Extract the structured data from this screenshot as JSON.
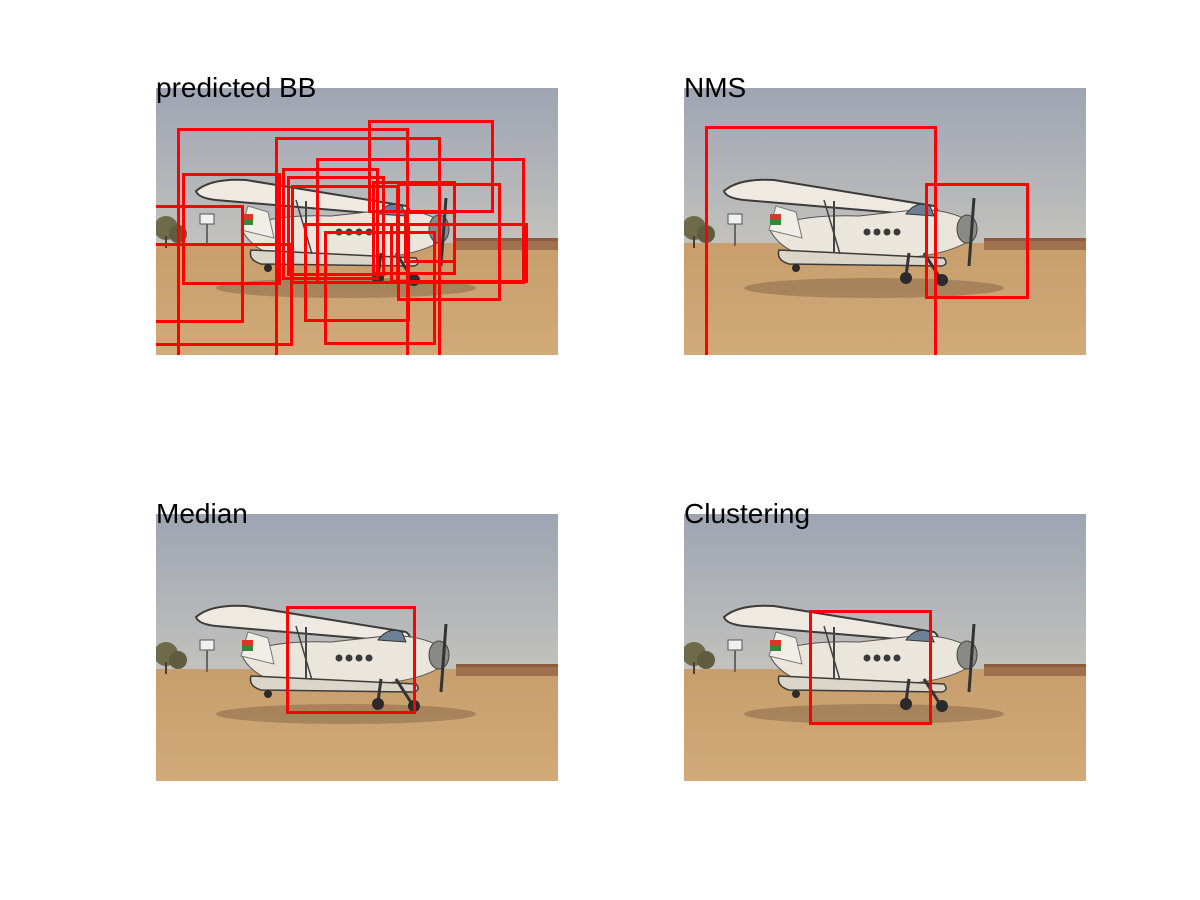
{
  "panels": [
    {
      "title": "predicted BB",
      "box_color": "#ff0000"
    },
    {
      "title": "NMS",
      "box_color": "#ff0000"
    },
    {
      "title": "Median",
      "box_color": "#ff0000"
    },
    {
      "title": "Clustering",
      "box_color": "#ff0000"
    }
  ],
  "scene": {
    "sky_color": "#a8adb8",
    "ground_color": "#c9a071",
    "aircraft_color": "#ece8df",
    "subject": "biplane-on-desert-ground"
  }
}
